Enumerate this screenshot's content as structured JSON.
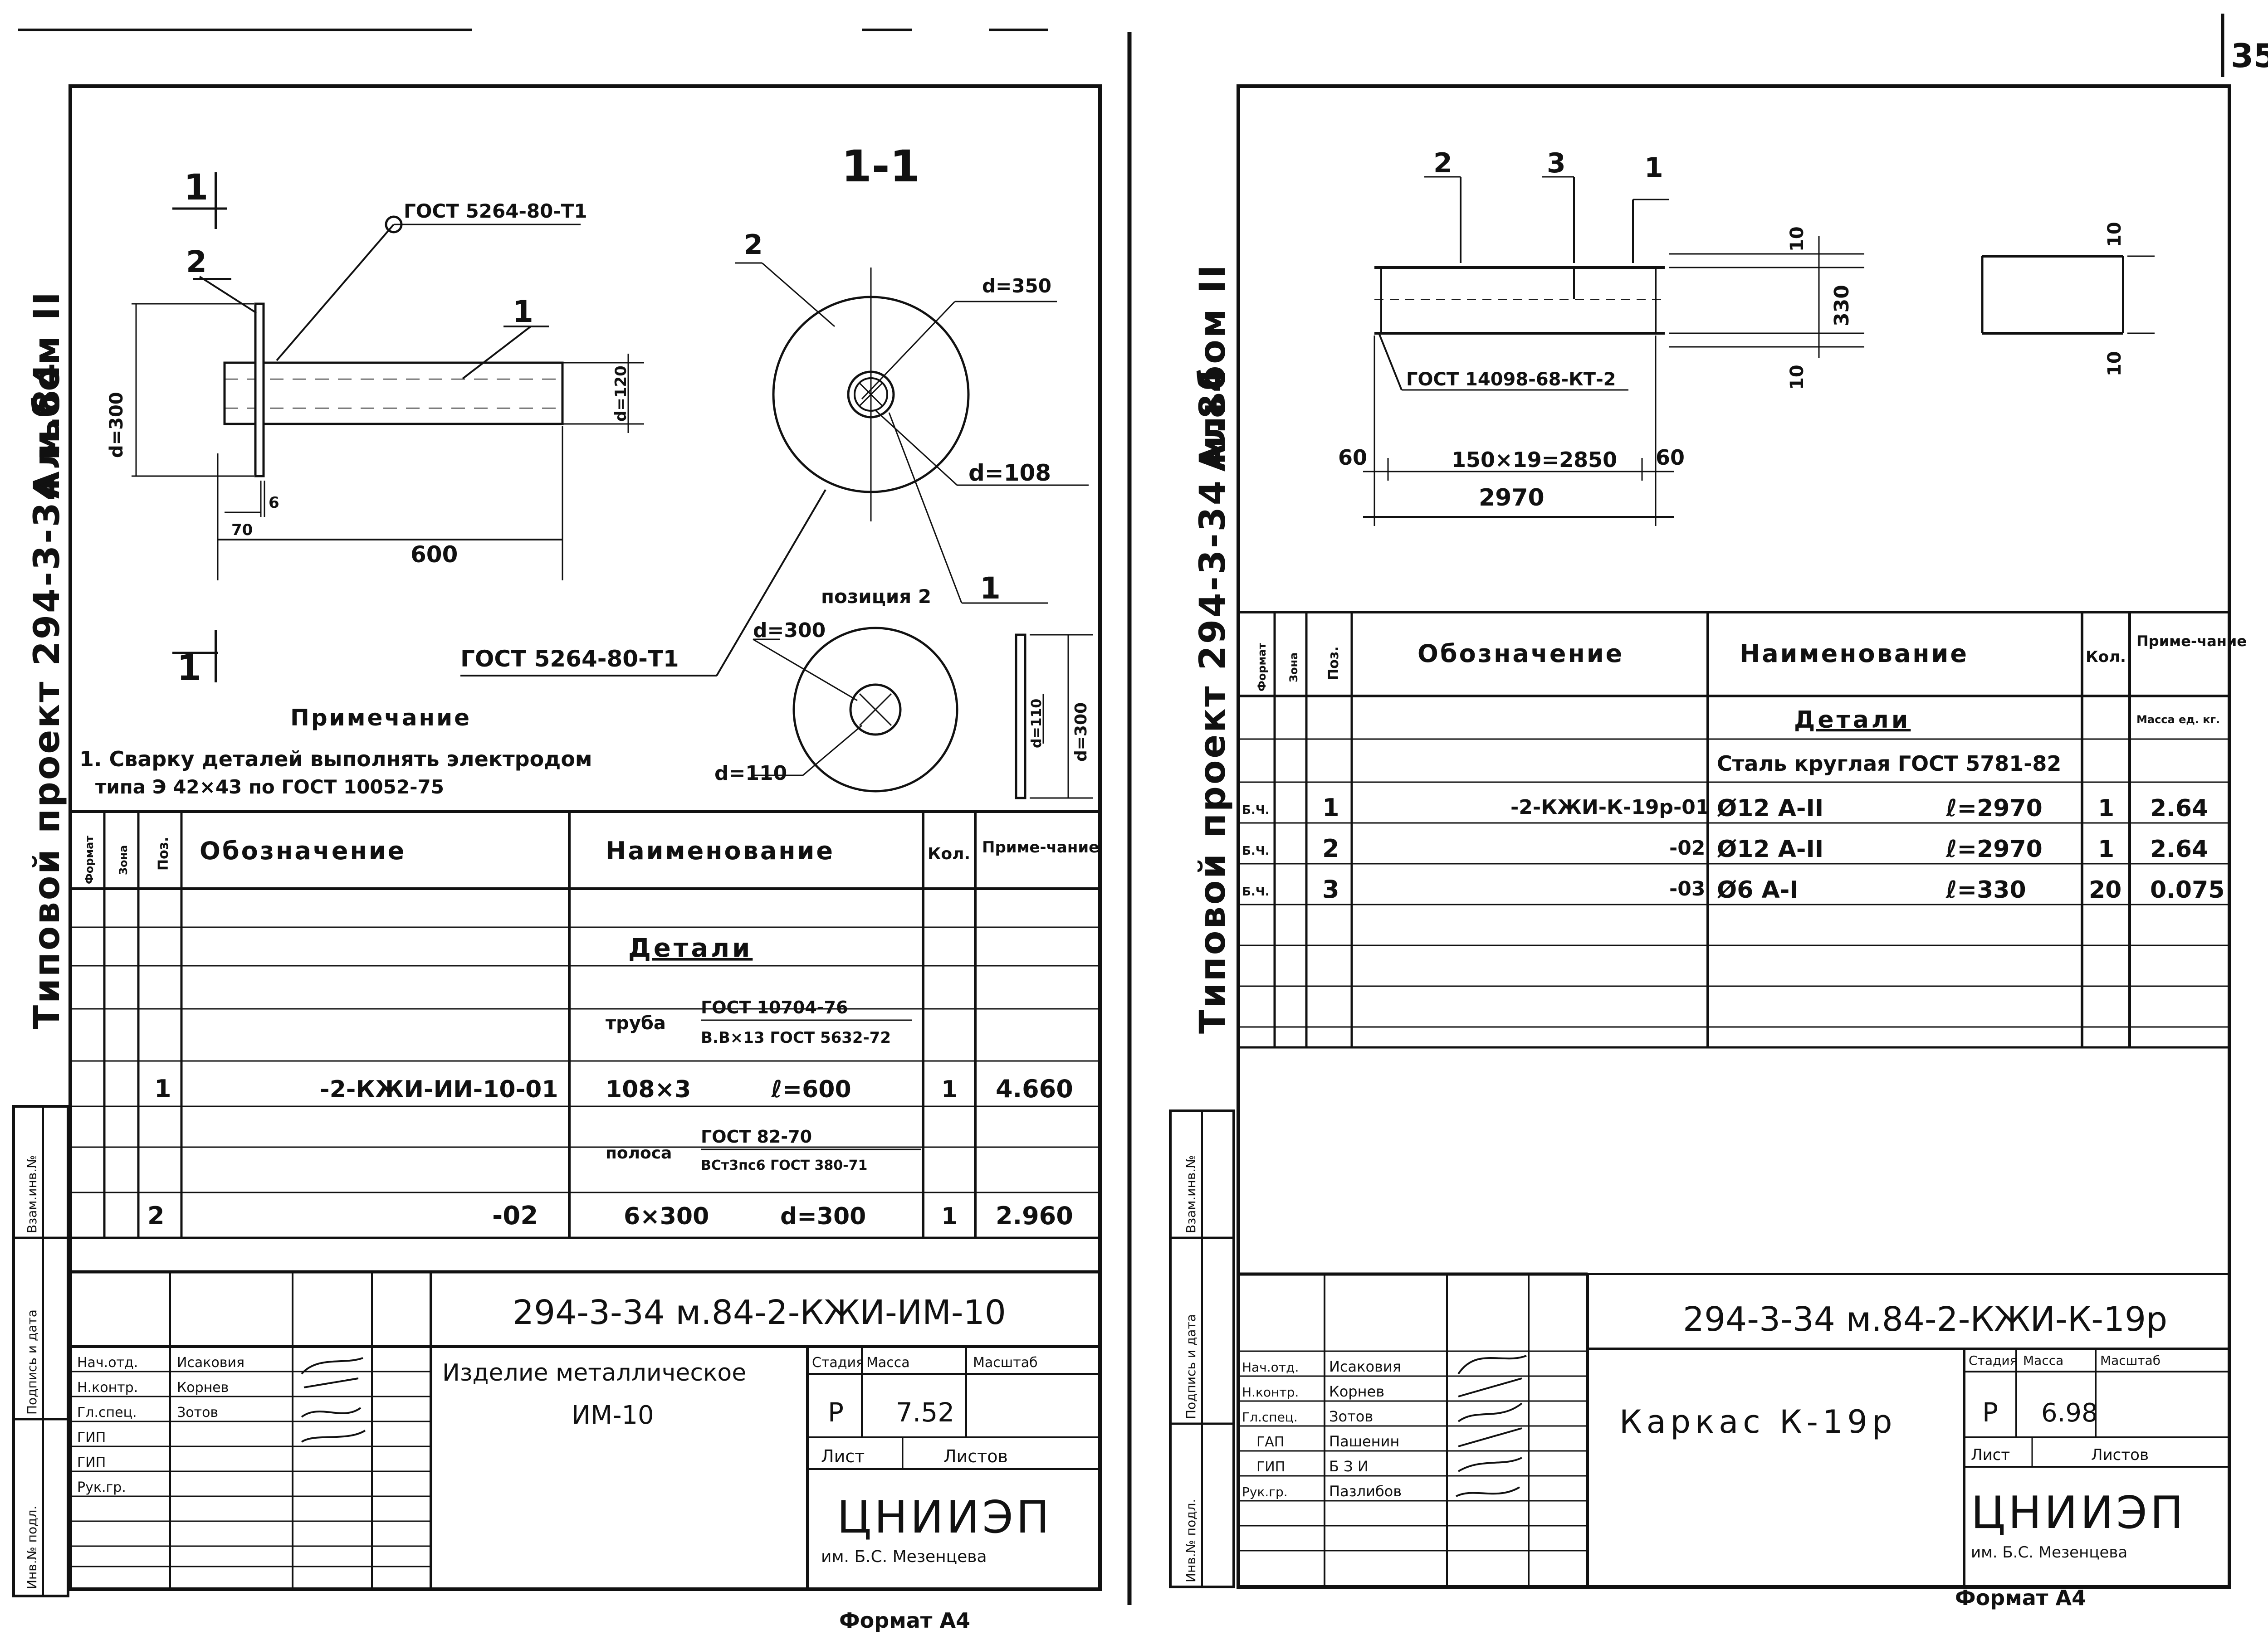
{
  "page_number": "35",
  "left_sheet": {
    "side_stamp": {
      "album": "Альбом II",
      "project": "Типовой проект 294-3-34 м.84"
    },
    "side_labels": [
      "Взам.инв.№",
      "Подпись и дата",
      "Инв.№ подл."
    ],
    "drawing": {
      "gost_top": "ГОСТ 5264-80-Т1",
      "callout_1": "1",
      "callout_2": "2",
      "section_mark": "1",
      "section_title": "1-1",
      "dim_d300": "d=300",
      "dim_d120": "d=120",
      "dim_6": "6",
      "dim_70": "70",
      "dim_600": "600",
      "gost_bottom": "ГОСТ 5264-80-Т1",
      "sec_d350": "d=350",
      "sec_d108": "d=108",
      "sec_2": "2",
      "sec_1": "1",
      "pos2_label": "позиция 2",
      "pos2_d300": "d=300",
      "pos2_d110": "d=110",
      "pos2_dim_a": "d=110",
      "pos2_dim_b": "d=300"
    },
    "note": {
      "heading": "Примечание",
      "text_1": "1. Сварку деталей выполнять электродом",
      "text_2": "типа Э 42×43 по ГОСТ 10052-75"
    },
    "spec_headers": {
      "format": "Формат",
      "zone": "Зона",
      "pos": "Поз.",
      "designation": "Обозначение",
      "name": "Наименование",
      "qty": "Кол.",
      "note": "Приме-чание"
    },
    "spec": {
      "section": "Детали",
      "pipe_word": "труба",
      "pipe_gost_top": "ГОСТ 10704-76",
      "pipe_gost_bottom": "В.В×13 ГОСТ 5632-72",
      "row1_pos": "1",
      "row1_designation": "-2-КЖИ-ИИ-10-01",
      "row1_size": "108×3",
      "row1_len": "ℓ=600",
      "row1_qty": "1",
      "row1_mass": "4.660",
      "strip_word": "полоса",
      "strip_gost_top": "ГОСТ 82-70",
      "strip_gost_bottom": "ВСт3пс6 ГОСТ 380-71",
      "row2_pos": "2",
      "row2_designation": "-02",
      "row2_size": "6×300",
      "row2_len": "d=300",
      "row2_qty": "1",
      "row2_mass": "2.960"
    },
    "title_block": {
      "code": "294-3-34 м.84-2-КЖИ-ИМ-10",
      "roles": [
        "Нач.отд.",
        "Н.контр.",
        "Гл.спец.",
        "ГИП",
        "ГИП",
        "Рук.гр."
      ],
      "names": [
        "Исаковия",
        "Корнев",
        "Зотов",
        "",
        "",
        ""
      ],
      "product_title": "Изделие металлическое",
      "product_code": "ИМ-10",
      "stage_label": "Стадия",
      "mass_label": "Масса",
      "scale_label": "Масштаб",
      "stage": "Р",
      "mass": "7.52",
      "sheet_label": "Лист",
      "sheets_label": "Листов",
      "org": "ЦНИИЭП",
      "org_sub": "им. Б.С. Мезенцева",
      "format": "Формат А4"
    }
  },
  "right_sheet": {
    "side_stamp": {
      "album": "Альбом II",
      "project": "Типовой проект 294-3-34 м.84"
    },
    "side_labels": [
      "Взам.инв.№",
      "Подпись и дата",
      "Инв.№ подл."
    ],
    "drawing": {
      "callout_2": "2",
      "callout_3": "3",
      "callout_1": "1",
      "dim_10_top": "10",
      "dim_330": "330",
      "dim_10_bottom": "10",
      "gost": "ГОСТ 14098-68-КТ-2",
      "dim_60_left": "60",
      "dim_chain": "150×19=2850",
      "dim_60_right": "60",
      "dim_2970": "2970",
      "sec_dim_top": "10",
      "sec_dim_bottom": "10"
    },
    "spec_headers": {
      "format": "Формат",
      "zone": "Зона",
      "pos": "Поз.",
      "designation": "Обозначение",
      "name": "Наименование",
      "qty": "Кол.",
      "note": "Приме-чание",
      "mass_note": "Масса ед. кг."
    },
    "spec": {
      "section": "Детали",
      "material": "Сталь круглая ГОСТ 5781-82",
      "rows": [
        {
          "format": "Б.Ч.",
          "pos": "1",
          "designation": "-2-КЖИ-К-19р-01",
          "name": "Ø12 А-II",
          "len": "ℓ=2970",
          "qty": "1",
          "mass": "2.64"
        },
        {
          "format": "Б.Ч.",
          "pos": "2",
          "designation": "-02",
          "name": "Ø12 А-II",
          "len": "ℓ=2970",
          "qty": "1",
          "mass": "2.64"
        },
        {
          "format": "Б.Ч.",
          "pos": "3",
          "designation": "-03",
          "name": "Ø6 А-I",
          "len": "ℓ=330",
          "qty": "20",
          "mass": "0.075"
        }
      ]
    },
    "title_block": {
      "code": "294-3-34 м.84-2-КЖИ-К-19р",
      "roles": [
        "Нач.отд.",
        "Н.контр.",
        "Гл.спец.",
        "ГАП",
        "ГИП",
        "Рук.гр."
      ],
      "names": [
        "Исаковия",
        "Корнев",
        "Зотов",
        "Пашенин",
        "Б З И",
        "Пазлибов"
      ],
      "product_title": "Каркас К-19р",
      "stage_label": "Стадия",
      "mass_label": "Масса",
      "scale_label": "Масштаб",
      "stage": "Р",
      "mass": "6.98",
      "sheet_label": "Лист",
      "sheets_label": "Листов",
      "org": "ЦНИИЭП",
      "org_sub": "им. Б.С. Мезенцева",
      "format": "Формат А4"
    }
  }
}
